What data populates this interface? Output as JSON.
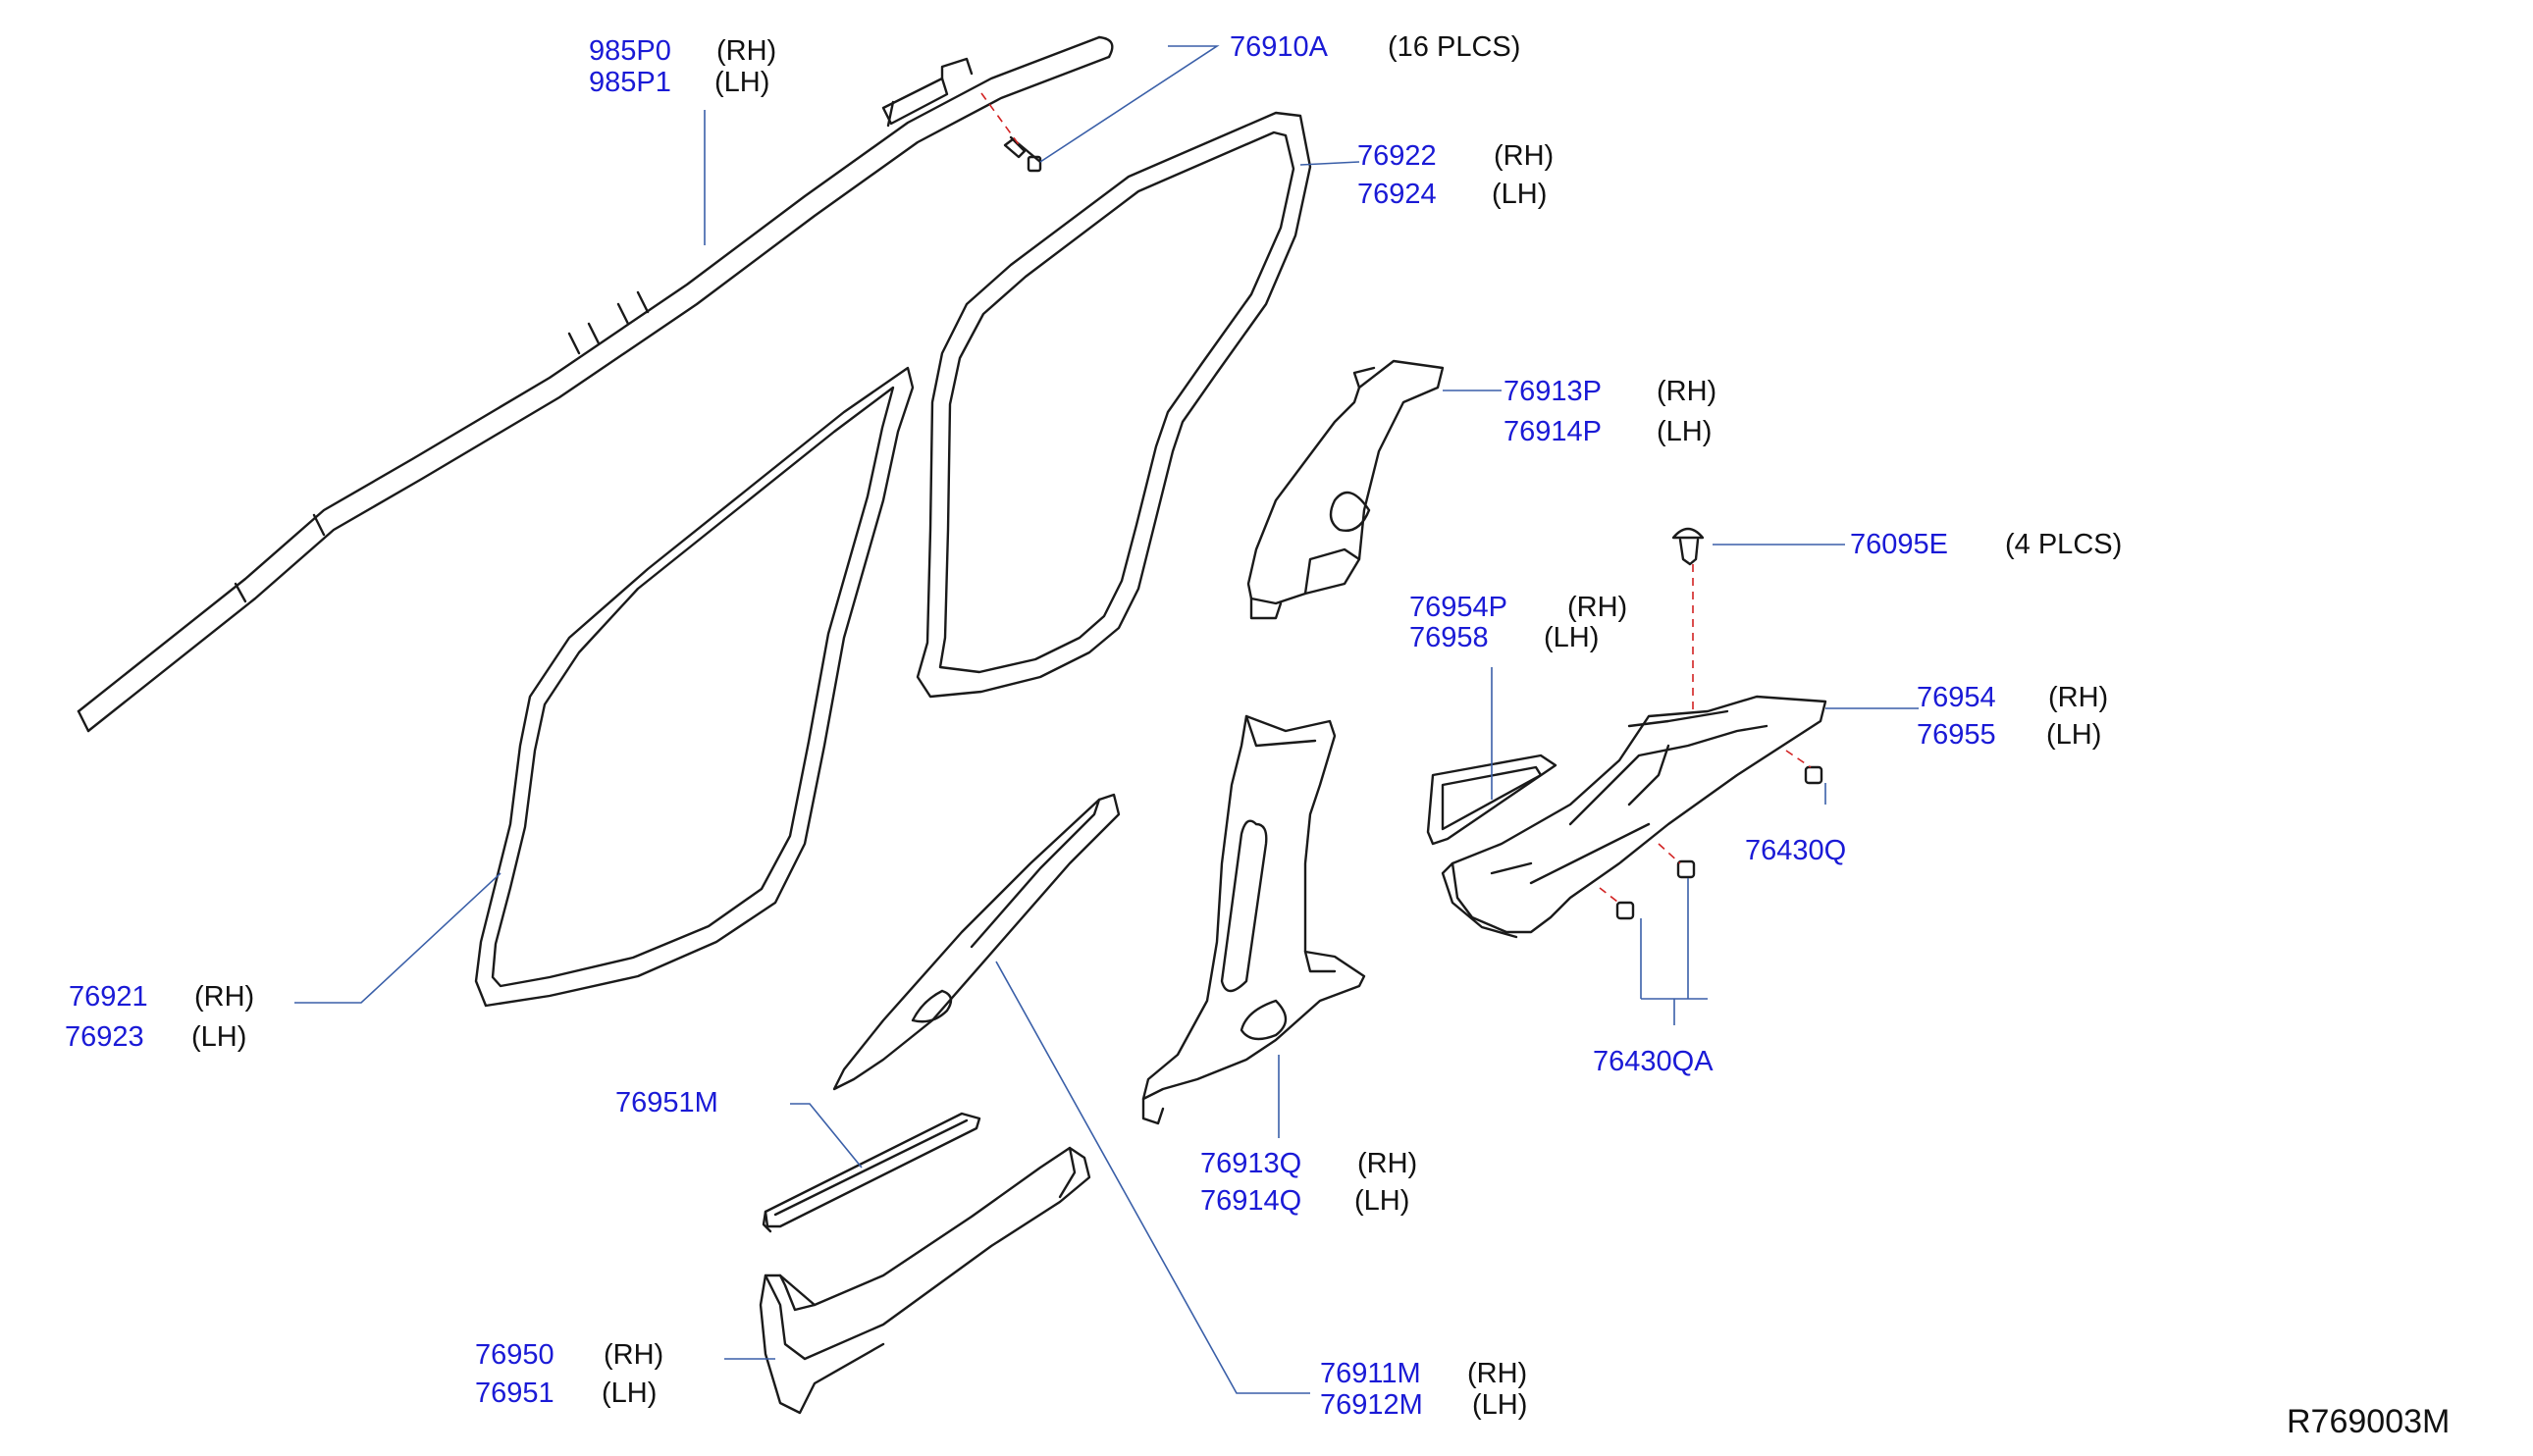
{
  "colors": {
    "part_number": "#1a1ad6",
    "text": "#111111",
    "line": "#1a1a1a",
    "leader": "#3a5fa8",
    "dashed": "#d22222"
  },
  "callouts": [
    {
      "part": "985P0",
      "side": "(RH)"
    },
    {
      "part": "985P1",
      "side": "(LH)"
    },
    {
      "part": "76910A",
      "qty": "(16   PLCS)"
    },
    {
      "part": "76922",
      "side": "(RH)"
    },
    {
      "part": "76924",
      "side": "(LH)"
    },
    {
      "part": "76913P",
      "side": "(RH)"
    },
    {
      "part": "76914P",
      "side": "(LH)"
    },
    {
      "part": "76095E",
      "qty": "(4   PLCS)"
    },
    {
      "part": "76954P",
      "side": "(RH)"
    },
    {
      "part": "76958",
      "side": "(LH)"
    },
    {
      "part": "76954",
      "side": "(RH)"
    },
    {
      "part": "76955",
      "side": "(LH)"
    },
    {
      "part": "76430Q"
    },
    {
      "part": "76430QA"
    },
    {
      "part": "76921",
      "side": "(RH)"
    },
    {
      "part": "76923",
      "side": "(LH)"
    },
    {
      "part": "76951M"
    },
    {
      "part": "76913Q",
      "side": "(RH)"
    },
    {
      "part": "76914Q",
      "side": "(LH)"
    },
    {
      "part": "76950",
      "side": "(RH)"
    },
    {
      "part": "76951",
      "side": "(LH)"
    },
    {
      "part": "76911M",
      "side": "(RH)"
    },
    {
      "part": "76912M",
      "side": "(LH)"
    }
  ],
  "reference_code": "R769003M"
}
